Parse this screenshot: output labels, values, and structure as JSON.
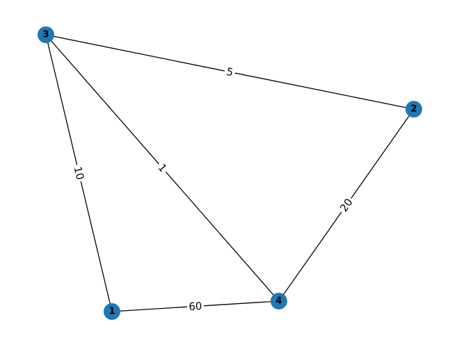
{
  "graph": {
    "nodes": [
      {
        "id": "3",
        "label": "3"
      },
      {
        "id": "2",
        "label": "2"
      },
      {
        "id": "1",
        "label": "1"
      },
      {
        "id": "4",
        "label": "4"
      }
    ],
    "edges": [
      {
        "from": "3",
        "to": "2",
        "weight": "5"
      },
      {
        "from": "3",
        "to": "1",
        "weight": "10"
      },
      {
        "from": "3",
        "to": "4",
        "weight": "1"
      },
      {
        "from": "2",
        "to": "4",
        "weight": "20"
      },
      {
        "from": "1",
        "to": "4",
        "weight": "60"
      }
    ],
    "colors": {
      "node_fill": "#1f77b4",
      "edge_stroke": "#000000",
      "background": "#ffffff"
    }
  }
}
